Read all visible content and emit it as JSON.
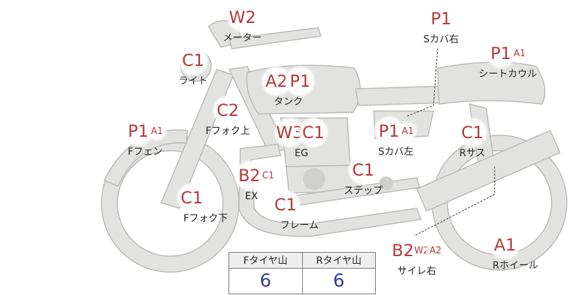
{
  "colors": {
    "bike_fill": "#e2e2e0",
    "bike_stroke": "#b9b9b7",
    "code_text": "#b33a3a",
    "tyre_value_text": "#2f3e8f"
  },
  "parts": [
    {
      "id": "meter",
      "label": "メーター",
      "codes": [
        {
          "t": "W2",
          "s": "big"
        }
      ]
    },
    {
      "id": "s-cover-right",
      "label": "Sカバ右",
      "codes": [
        {
          "t": "P1",
          "s": "big"
        }
      ]
    },
    {
      "id": "seat-cowl",
      "label": "シートカウル",
      "codes": [
        {
          "t": "P1",
          "s": "big"
        },
        {
          "t": "A1",
          "s": "small"
        }
      ]
    },
    {
      "id": "light",
      "label": "ライト",
      "codes": [
        {
          "t": "C1",
          "s": "big"
        }
      ]
    },
    {
      "id": "tank",
      "label": "タンク",
      "codes": [
        {
          "t": "A2",
          "s": "big"
        },
        {
          "t": "P1",
          "s": "big"
        }
      ]
    },
    {
      "id": "f-fork-upper",
      "label": "Fフォク上",
      "codes": [
        {
          "t": "C2",
          "s": "big"
        }
      ]
    },
    {
      "id": "f-fender",
      "label": "Fフェン",
      "codes": [
        {
          "t": "P1",
          "s": "big"
        },
        {
          "t": "A1",
          "s": "small"
        }
      ]
    },
    {
      "id": "engine",
      "label": "EG",
      "codes": [
        {
          "t": "W3",
          "s": "big"
        },
        {
          "t": "C1",
          "s": "big"
        }
      ]
    },
    {
      "id": "s-cover-left",
      "label": "Sカバ左",
      "codes": [
        {
          "t": "P1",
          "s": "big"
        },
        {
          "t": "A1",
          "s": "small"
        }
      ]
    },
    {
      "id": "r-suspension",
      "label": "Rサス",
      "codes": [
        {
          "t": "C1",
          "s": "big"
        }
      ]
    },
    {
      "id": "exhaust",
      "label": "EX",
      "codes": [
        {
          "t": "B2",
          "s": "big"
        },
        {
          "t": "C1",
          "s": "small"
        }
      ]
    },
    {
      "id": "step",
      "label": "ステップ",
      "codes": [
        {
          "t": "C1",
          "s": "big"
        }
      ]
    },
    {
      "id": "f-fork-lower",
      "label": "Fフォク下",
      "codes": [
        {
          "t": "C1",
          "s": "big"
        }
      ]
    },
    {
      "id": "frame",
      "label": "フレーム",
      "codes": [
        {
          "t": "C1",
          "s": "big"
        }
      ]
    },
    {
      "id": "silencer-right",
      "label": "サイレ右",
      "codes": [
        {
          "t": "B2",
          "s": "big"
        },
        {
          "t": "W2",
          "s": "small"
        },
        {
          "t": "A2",
          "s": "small"
        }
      ]
    },
    {
      "id": "r-wheel",
      "label": "Rホイール",
      "codes": [
        {
          "t": "A1",
          "s": "big"
        }
      ]
    }
  ],
  "tyre_table": {
    "front_header": "Fタイヤ山",
    "rear_header": "Rタイヤ山",
    "front_value": "6",
    "rear_value": "6"
  }
}
